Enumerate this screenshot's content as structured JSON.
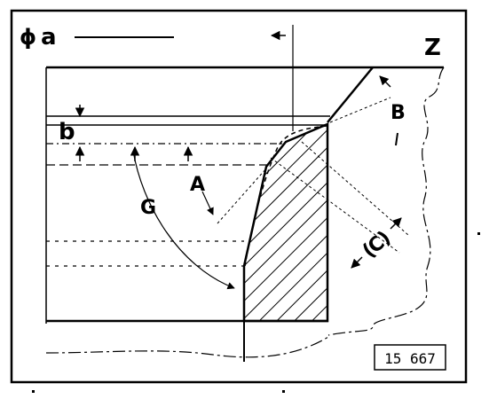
{
  "labels": {
    "phi": "ϕ",
    "a": "a",
    "b": "b",
    "z": "Z",
    "A": "A",
    "B": "B",
    "C": "C",
    "G": "G"
  },
  "figure_ref": "15 667"
}
